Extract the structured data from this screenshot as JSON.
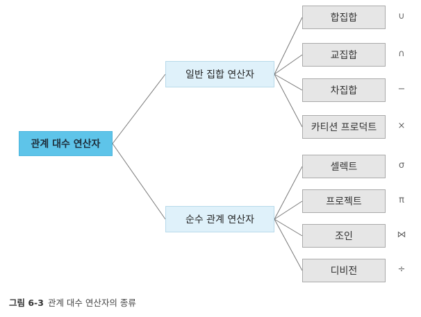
{
  "root": {
    "label": "관계 대수 연산자"
  },
  "groups": [
    {
      "label": "일반 집합 연산자",
      "items": [
        {
          "label": "합집합",
          "symbol": "∪"
        },
        {
          "label": "교집합",
          "symbol": "∩"
        },
        {
          "label": "차집합",
          "symbol": "−"
        },
        {
          "label": "카티션 프로덕트",
          "symbol": "×"
        }
      ]
    },
    {
      "label": "순수 관계 연산자",
      "items": [
        {
          "label": "셀렉트",
          "symbol": "σ"
        },
        {
          "label": "프로젝트",
          "symbol": "π"
        },
        {
          "label": "조인",
          "symbol": "⋈"
        },
        {
          "label": "디비전",
          "symbol": "÷"
        }
      ]
    }
  ],
  "caption": {
    "number": "그림 6-3",
    "text": "관계 대수 연산자의 종류"
  },
  "colors": {
    "root": "#5ec4e9",
    "group": "#dff1fa",
    "leaf": "#e6e6e6",
    "line": "#777777"
  }
}
